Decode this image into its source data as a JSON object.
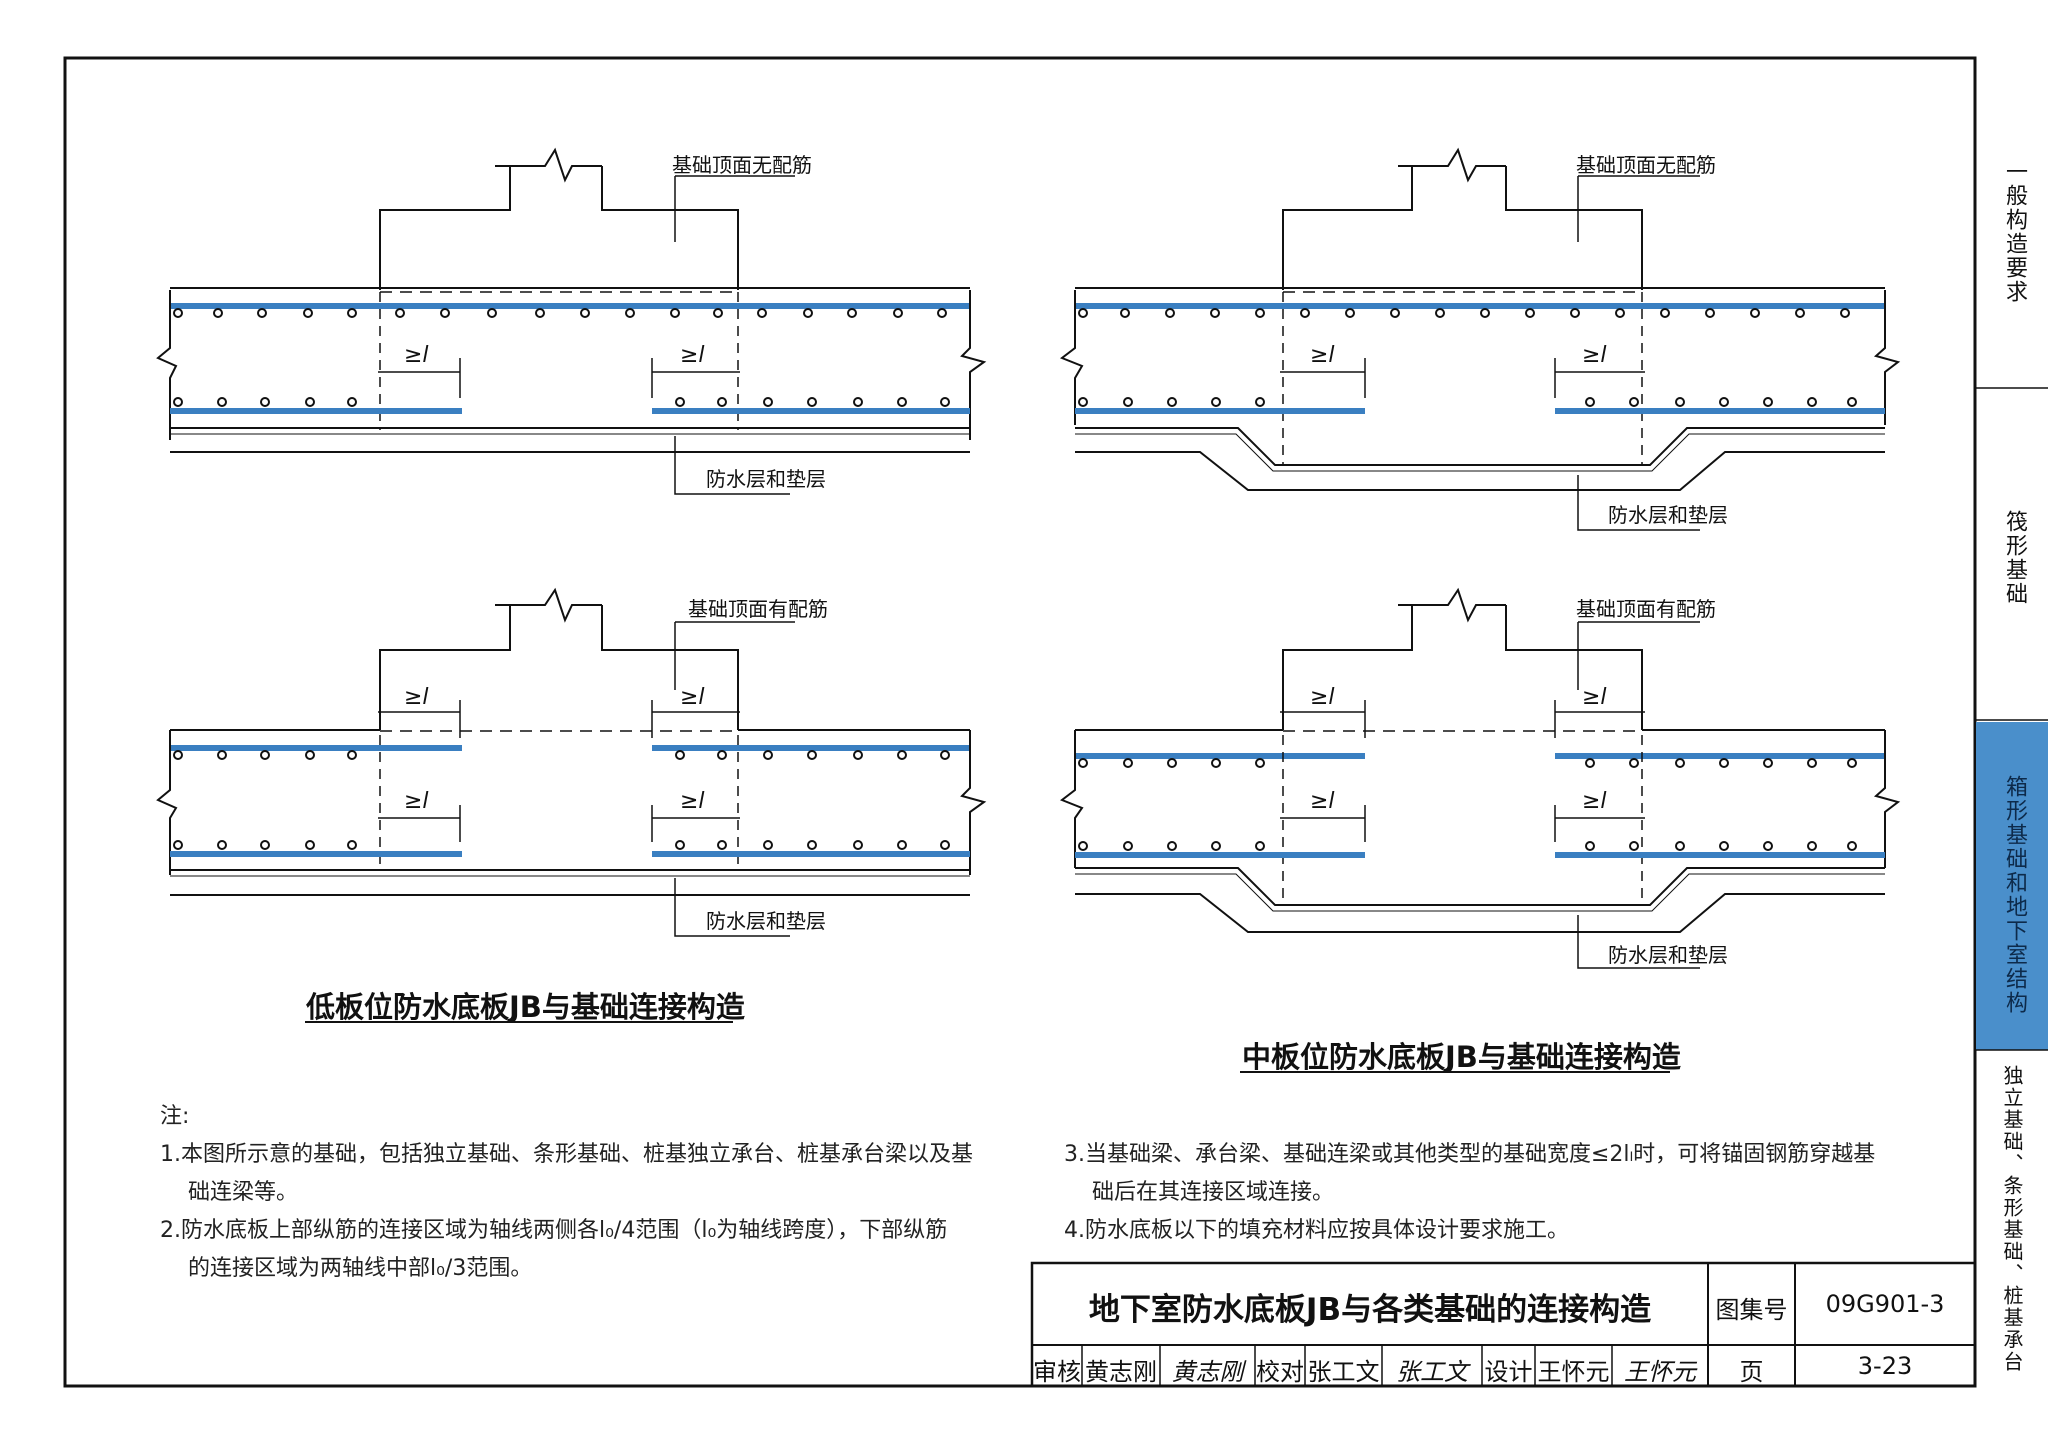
{
  "labels": {
    "no_rebar": "基础顶面无配筋",
    "has_rebar": "基础顶面有配筋",
    "waterproof": "防水层和垫层",
    "lap": "≥l",
    "lap_sub": "l"
  },
  "titles": {
    "low": "低板位防水底板JB与基础连接构造",
    "mid": "中板位防水底板JB与基础连接构造"
  },
  "notes": {
    "heading": "注:",
    "n1a": "1.本图所示意的基础，包括独立基础、条形基础、桩基独立承台、桩基承台梁以及基",
    "n1b": "础连梁等。",
    "n2a": "2.防水底板上部纵筋的连接区域为轴线两侧各l₀/4范围（l₀为轴线跨度），下部纵筋",
    "n2b": "的连接区域为两轴线中部l₀/3范围。",
    "n3a": "3.当基础梁、承台梁、基础连梁或其他类型的基础宽度≤2lₗ时，可将锚固钢筋穿越基",
    "n3b": "础后在其连接区域连接。",
    "n4": "4.防水底板以下的填充材料应按具体设计要求施工。"
  },
  "title_block": {
    "main_title": "地下室防水底板JB与各类基础的连接构造",
    "atlas_label": "图集号",
    "atlas_no": "09G901-3",
    "review_label": "审核",
    "reviewer": "黄志刚",
    "review_sign": "黄志刚",
    "check_label": "校对",
    "checker": "张工文",
    "check_sign": "张工文",
    "design_label": "设计",
    "designer": "王怀元",
    "design_sign": "王怀元",
    "page_label": "页",
    "page_no": "3-23"
  },
  "side_tabs": {
    "t1": "一般构造要求",
    "t2": "筏形基础",
    "t3": "箱形基础和地下室结构",
    "t4": "独立基础、条形基础、桩基承台"
  },
  "colors": {
    "rebar": "#3a7fc1",
    "tab_active": "#4a8fcb",
    "line": "#111111"
  }
}
